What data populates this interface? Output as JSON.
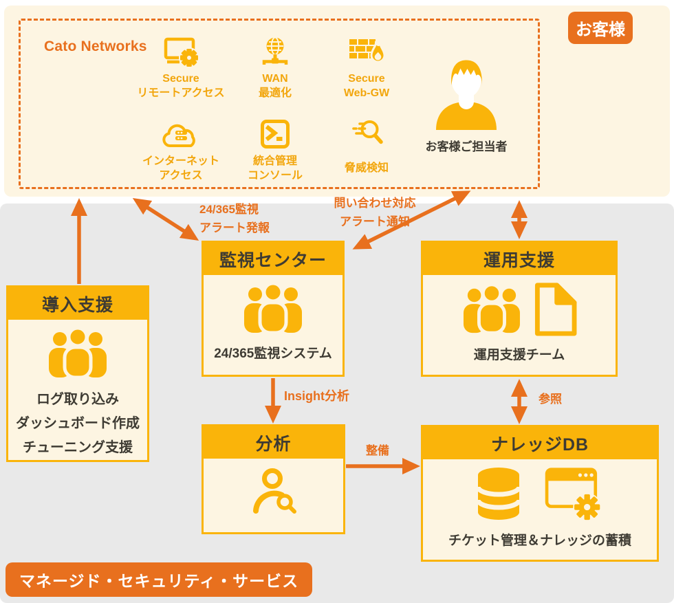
{
  "colors": {
    "amber": "#FAB40A",
    "orange": "#E8701E",
    "cream": "#FDF5E2",
    "gray": "#E9E9E9",
    "dark_text": "#3E3B33"
  },
  "customer_area": {
    "provider_title": "Cato Networks",
    "customer_badge": "お客様",
    "person_label": "お客様ご担当者",
    "services": [
      {
        "icon": "monitor-gear",
        "lines": [
          "Secure",
          "リモートアクセス"
        ]
      },
      {
        "icon": "globe-network",
        "lines": [
          "WAN",
          "最適化"
        ]
      },
      {
        "icon": "firewall-flame",
        "lines": [
          "Secure",
          "Web-GW"
        ]
      },
      {
        "icon": "cloud-server",
        "lines": [
          "インターネット",
          "アクセス"
        ]
      },
      {
        "icon": "terminal",
        "lines": [
          "統合管理",
          "コンソール"
        ]
      },
      {
        "icon": "threat-search",
        "lines": [
          "脅威検知"
        ]
      }
    ]
  },
  "msp_area": {
    "badge": "マネージド・セキュリティ・サービス",
    "boxes": {
      "onboarding": {
        "title": "導入支援",
        "lines": [
          "ログ取り込み",
          "ダッシュボード作成",
          "チューニング支援"
        ]
      },
      "monitoring": {
        "title": "監視センター",
        "caption": "24/365監視システム"
      },
      "operation": {
        "title": "運用支援",
        "caption": "運用支援チーム"
      },
      "analysis": {
        "title": "分析"
      },
      "knowledge": {
        "title": "ナレッジDB",
        "caption": "チケット管理＆ナレッジの蓄積"
      }
    },
    "flow_labels": {
      "monitor_alert": [
        "24/365監視",
        "アラート発報"
      ],
      "inquiry": [
        "問い合わせ対応",
        "アラート通知"
      ],
      "insight": "Insight分析",
      "maintain": "整備",
      "reference": "参照"
    }
  }
}
